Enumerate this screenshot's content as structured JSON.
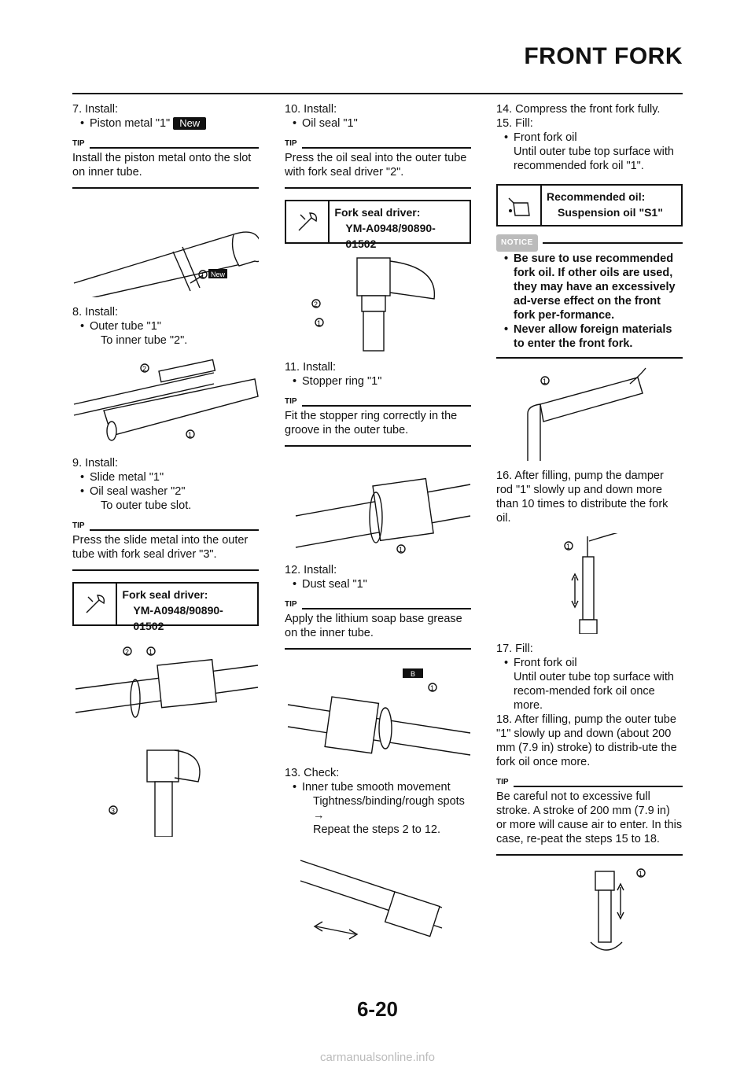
{
  "header": {
    "title": "FRONT FORK"
  },
  "page_number": "6-20",
  "col1": {
    "s7_title": "7.  Install:",
    "s7_item": "Piston metal \"1\"",
    "s7_badge": "New",
    "tip_label": "TIP",
    "s7_tip": "Install the piston metal onto the slot on inner tube.",
    "fig1_callout": "1",
    "fig1_badge": "New",
    "s8_title": "8.  Install:",
    "s8_item": "Outer tube \"1\"",
    "s8_sub": "To inner tube \"2\".",
    "fig2_c1": "1",
    "fig2_c2": "2",
    "s9_title": "9.  Install:",
    "s9_item1": "Slide metal \"1\"",
    "s9_item2": "Oil seal washer \"2\"",
    "s9_sub": "To outer tube slot.",
    "s9_tip": "Press the slide metal into the outer tube with fork seal driver \"3\".",
    "tool_name": "Fork seal driver:",
    "tool_num": "YM-A0948/90890-01502",
    "fig3_c1": "1",
    "fig3_c2": "2",
    "fig4_c3": "3"
  },
  "col2": {
    "s10_title": "10. Install:",
    "s10_item": "Oil seal \"1\"",
    "tip_label": "TIP",
    "s10_tip": "Press the oil seal into the outer tube with fork seal driver \"2\".",
    "tool_name": "Fork seal driver:",
    "tool_num": "YM-A0948/90890-01502",
    "fig5_c1": "1",
    "fig5_c2": "2",
    "s11_title": "11. Install:",
    "s11_item": "Stopper ring \"1\"",
    "s11_tip": "Fit the stopper ring correctly in the groove in the outer tube.",
    "fig6_c1": "1",
    "s12_title": "12. Install:",
    "s12_item": "Dust seal \"1\"",
    "s12_tip": "Apply the lithium soap base grease on the inner tube.",
    "fig7_c1": "1",
    "fig7_badge": "B",
    "s13_title": "13. Check:",
    "s13_item": "Inner tube smooth movement",
    "s13_sub1": "Tightness/binding/rough spots →",
    "s13_sub2": "Repeat the steps 2 to 12."
  },
  "col3": {
    "s14": "14. Compress the front fork fully.",
    "s15_title": "15. Fill:",
    "s15_item": "Front fork oil",
    "s15_sub": "Until outer tube top surface with recommended fork oil \"1\".",
    "oil_label": "Recommended oil:",
    "oil_value": "Suspension oil \"S1\"",
    "notice_tag": "NOTICE",
    "notice_1": "Be sure to use recommended fork oil. If other oils are used, they may have an excessively ad-verse effect on the front fork per-formance.",
    "notice_2": "Never allow foreign materials to enter the front fork.",
    "fig8_c1": "1",
    "s16": "16. After filling, pump the damper rod \"1\" slowly up and down more than 10 times to distribute the fork oil.",
    "fig9_c1": "1",
    "s17_title": "17. Fill:",
    "s17_item": "Front fork oil",
    "s17_sub": "Until outer tube top surface with recom-mended fork oil once more.",
    "s18": "18. After filling, pump the outer tube \"1\" slowly up and down (about 200 mm (7.9 in) stroke) to distrib-ute the fork oil once more.",
    "tip_label": "TIP",
    "s18_tip": "Be careful not to excessive full stroke. A stroke of 200 mm (7.9 in) or more will cause air to enter. In this case, re-peat the steps 15 to 18.",
    "fig10_c1": "1"
  },
  "watermark": "carmanualsonline.info"
}
